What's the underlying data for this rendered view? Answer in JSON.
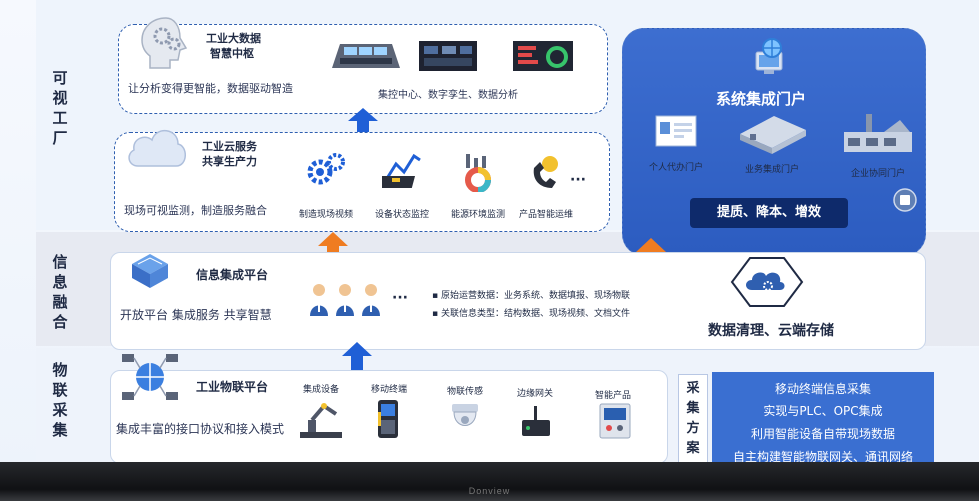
{
  "sides": {
    "top": "可视工厂",
    "mid": "信息融合",
    "bot": "物联采集"
  },
  "bigdata": {
    "title1": "工业大数据",
    "title2": "智慧中枢",
    "desc": "让分析变得更智能，数据驱动智造",
    "items": "集控中心、数字孪生、数据分析"
  },
  "cloud": {
    "title1": "工业云服务",
    "title2": "共享生产力",
    "desc": "现场可视监测，制造服务融合",
    "items": [
      "制造现场视频",
      "设备状态监控",
      "能源环境监测",
      "产品智能运维"
    ],
    "more": "···"
  },
  "portal": {
    "title": "系统集成门户",
    "items": [
      "个人代办门户",
      "业务集成门户",
      "企业协同门户"
    ],
    "button": "提质、降本、增效"
  },
  "info": {
    "title": "信息集成平台",
    "desc": "开放平台  集成服务  共享智慧",
    "more": "···",
    "bullet1": "原始运营数据：业务系统、数据填报、现场物联",
    "bullet2": "关联信息类型：结构数据、现场视频、文档文件",
    "storage": "数据清理、云端存储"
  },
  "iot": {
    "title": "工业物联平台",
    "desc": "集成丰富的接口协议和接入模式",
    "items": [
      "集成设备",
      "移动终端",
      "物联传感",
      "边缘网关",
      "智能产品"
    ]
  },
  "collect": {
    "label": "采集方案",
    "lines": [
      "移动终端信息采集",
      "实现与PLC、OPC集成",
      "利用智能设备自带现场数据",
      "自主构建智能物联网关、通讯网络"
    ]
  },
  "brand": "Donview"
}
